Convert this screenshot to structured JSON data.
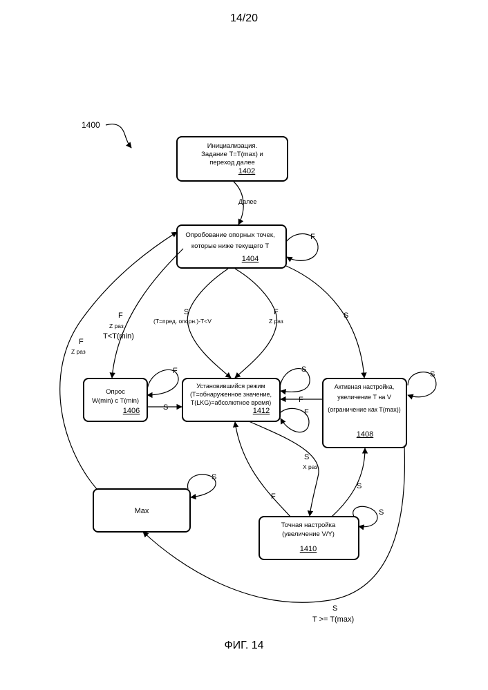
{
  "page_number": "14/20",
  "figure_caption": "ФИГ. 14",
  "diagram_ref": "1400",
  "states": {
    "s1402": {
      "lines": [
        "Инициализация.",
        "Задание T=T(max) и",
        "переход далее"
      ],
      "id": "1402"
    },
    "s1404": {
      "lines": [
        "Опробование опорных точек,",
        "которые ниже текущего T"
      ],
      "id": "1404"
    },
    "s1406": {
      "lines": [
        "Опрос",
        "W(min) с T(min)"
      ],
      "id": "1406"
    },
    "s1412": {
      "lines": [
        "Установившийся режим",
        "(T=обнаруженное значение,",
        "T(LKG)=абсолютное время)"
      ],
      "id": "1412"
    },
    "s1408": {
      "lines": [
        "Активная настройка,",
        "увеличение T на V",
        "(ограничение как T(max))"
      ],
      "id": "1408"
    },
    "s1410": {
      "lines": [
        "Точная настройка",
        "(увеличение V/Y)"
      ],
      "id": "1410"
    },
    "max": {
      "label": "Max"
    }
  },
  "transitions": {
    "next": "Далее",
    "loop_1404": "F",
    "s_1404_1412": [
      "S",
      "(T=пред. опорн.)-T<V"
    ],
    "f_1404_1412": [
      "F",
      "Z раз"
    ],
    "s_1404_1408": "S",
    "f_1404_1406": [
      "F",
      "Z раз",
      "T<T(min)"
    ],
    "f_max_1404": [
      "F",
      "Z раз"
    ],
    "loop_1406": "F",
    "s_1406_1412": "S",
    "loop_1412_s": "S",
    "loop_1412_f": "F",
    "f_1408_1412": "F",
    "loop_1408": "S",
    "s_1412_1410": [
      "S",
      "X раз"
    ],
    "f_1410_1412": "F",
    "s_1410_1408": "S",
    "loop_1410": "S",
    "loop_max": "S",
    "s_1408_max": [
      "S",
      "T >= T(max)"
    ]
  }
}
